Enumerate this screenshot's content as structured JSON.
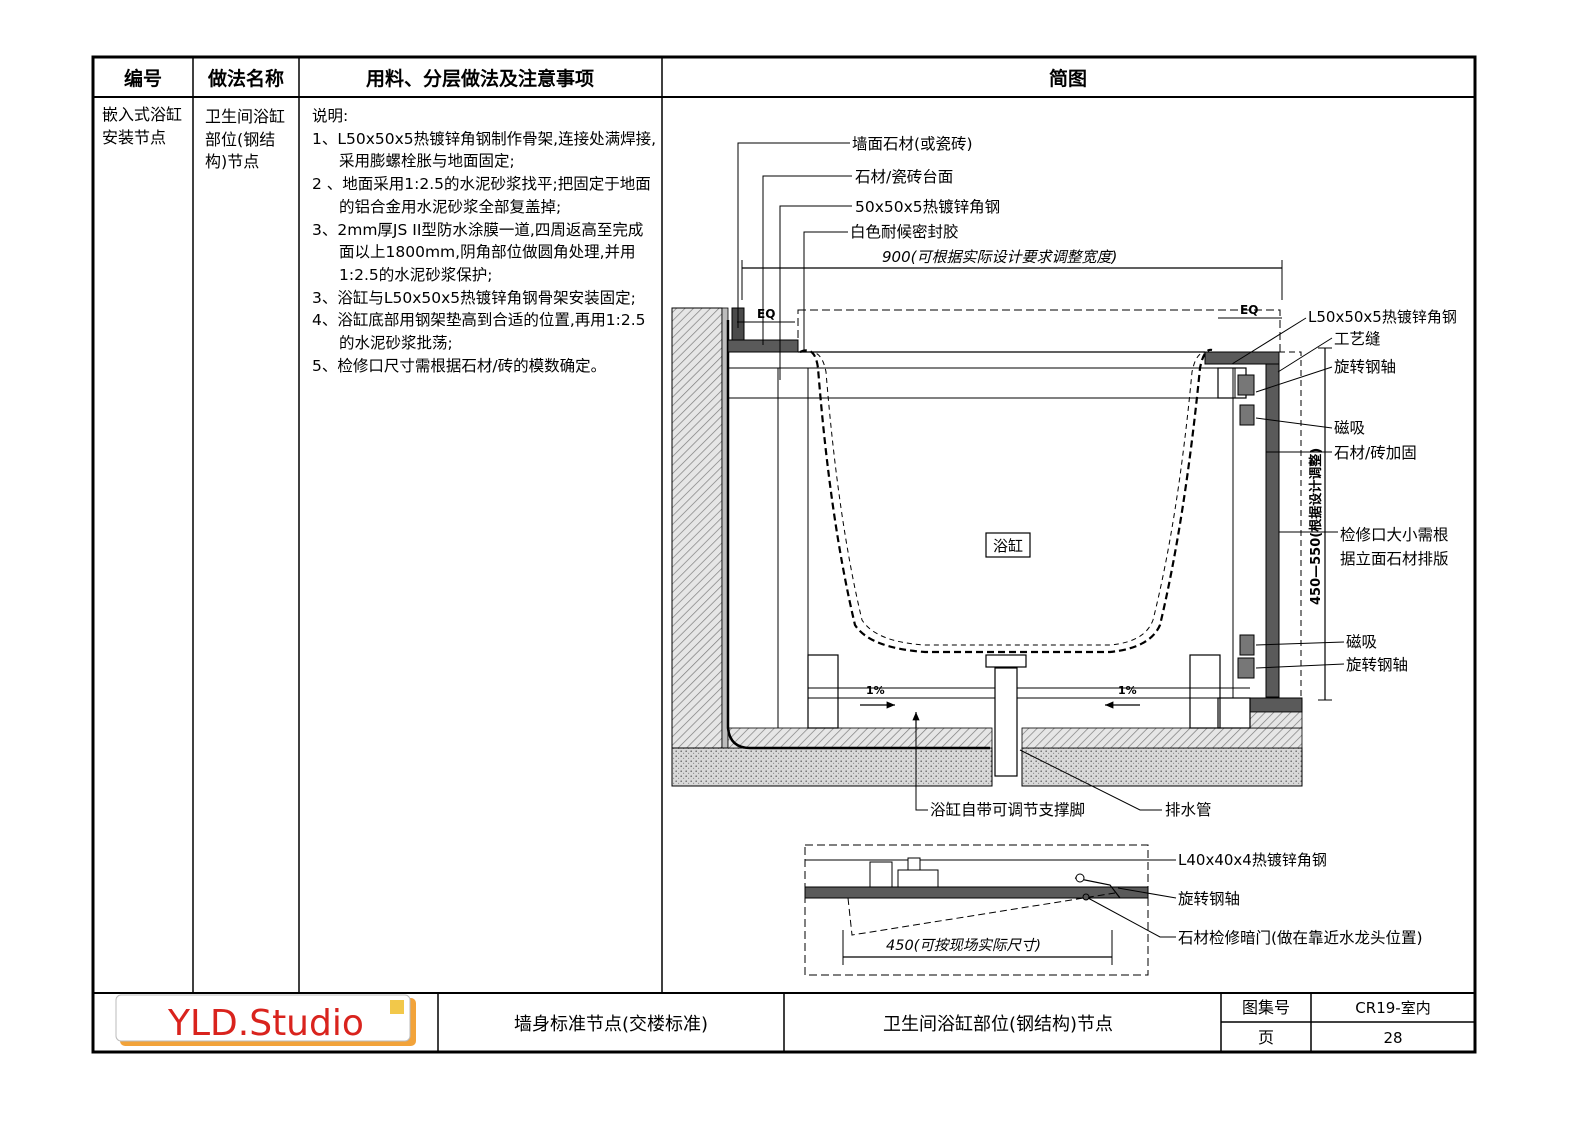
{
  "table": {
    "headers": [
      "编号",
      "做法名称",
      "用料、分层做法及注意事项",
      "简图"
    ],
    "code": "嵌入式浴缸安装节点",
    "method_name": "卫生间浴缸部位(钢结构)节点",
    "notes": [
      "说明:",
      "1、L50x50x5热镀锌角钢制作骨架,连接处满焊接,采用膨螺栓胀与地面固定;",
      "2 、地面采用1:2.5的水泥砂浆找平;把固定于地面的铝合金用水泥砂浆全部复盖掉;",
      "3、2mm厚JS II型防水涂膜一道,四周返高至完成面以上1800mm,阴角部位做圆角处理,并用1:2.5的水泥砂浆保护;",
      "3、浴缸与L50x50x5热镀锌角钢骨架安装固定;",
      "4、浴缸底部用钢架垫高到合适的位置,再用1:2.5的水泥砂浆批荡;",
      "5、检修口尺寸需根据石材/砖的模数确定。"
    ]
  },
  "diagram": {
    "labels": {
      "wall_stone": "墙面石材(或瓷砖)",
      "stone_counter": "石材/瓷砖台面",
      "angle_steel_50": "50x50x5热镀锌角钢",
      "sealant": "白色耐候密封胶",
      "width_dim": "900(可根据实际设计要求调整宽度)",
      "eq": "EQ",
      "angle_steel_L50": "L50x50x5热镀锌角钢",
      "craft_seam": "工艺缝",
      "rotate_axis": "旋转钢轴",
      "magnet": "磁吸",
      "stone_reinforce": "石材/砖加固",
      "access_panel_1": "检修口大小需根",
      "access_panel_2": "据立面石材排版",
      "height_dim": "450—550(根据设计调整)",
      "bathtub": "浴缸",
      "slope": "1%",
      "support_feet": "浴缸自带可调节支撑脚",
      "drain": "排水管",
      "angle_steel_40": "L40x40x4热镀锌角钢",
      "stone_door": "石材检修暗门(做在靠近水龙头位置)",
      "door_width": "450(可按现场实际尺寸)"
    }
  },
  "footer": {
    "logo_text": "YLD.Studio",
    "series": "墙身标准节点(交楼标准)",
    "drawing_title": "卫生间浴缸部位(钢结构)节点",
    "atlas_label": "图集号",
    "atlas_value": "CR19-室内",
    "page_label": "页",
    "page_value": "28"
  },
  "colors": {
    "line": "#000000",
    "hatch": "#8a8a8a",
    "steel": "#555555",
    "logo_red": "#d9231d",
    "logo_orange": "#f2a33a"
  }
}
